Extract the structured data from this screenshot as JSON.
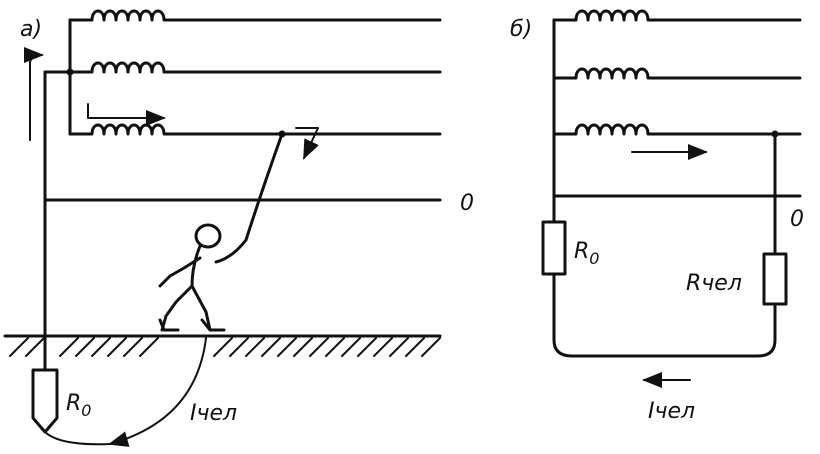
{
  "panel_a": {
    "label": "а)",
    "neutral_label": "0",
    "resistor_label_main": "R",
    "resistor_label_sub": "0",
    "current_label": "Iчел"
  },
  "panel_b": {
    "label": "б)",
    "neutral_label": "0",
    "resistor0_label_main": "R",
    "resistor0_label_sub": "0",
    "resistor_person_label": "Rчел",
    "current_label": "Iчел"
  }
}
